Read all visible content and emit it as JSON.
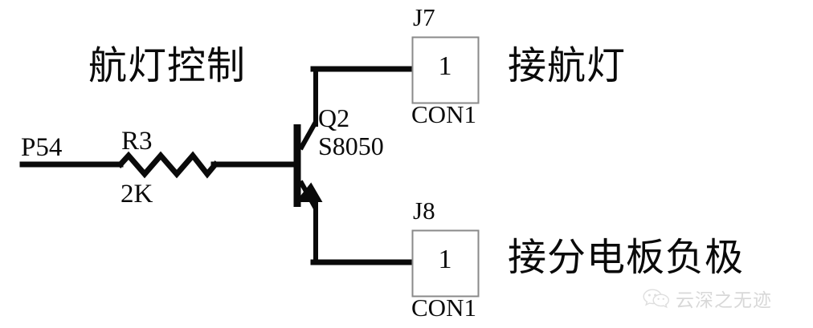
{
  "diagram": {
    "title": "航灯控制",
    "annotations": {
      "control_label": "航灯控制",
      "to_nav_light": "接航灯",
      "to_board_negative": "接分电板负极"
    },
    "net_labels": {
      "input_pin": "P54"
    },
    "components": [
      {
        "designator": "R3",
        "value": "2K",
        "type": "resistor"
      },
      {
        "designator": "Q2",
        "value": "S8050",
        "type": "npn-transistor"
      },
      {
        "designator": "J7",
        "value": "CON1",
        "type": "connector",
        "pin": "1"
      },
      {
        "designator": "J8",
        "value": "CON1",
        "type": "connector",
        "pin": "1"
      }
    ],
    "parts": {
      "r3": {
        "name": "R3",
        "value": "2K"
      },
      "q2": {
        "name": "Q2",
        "value": "S8050"
      },
      "j7": {
        "name": "J7",
        "value": "CON1",
        "pin": "1"
      },
      "j8": {
        "name": "J8",
        "value": "CON1",
        "pin": "1"
      }
    },
    "colors": {
      "wire": "#0a0a0a",
      "text": "#0a0a0a",
      "connector_border": "#8a8a8a",
      "background": "#ffffff",
      "watermark": "#b9b9b9"
    }
  },
  "watermark": {
    "text": "云深之无迹",
    "icon": "wechat-logo-icon"
  }
}
